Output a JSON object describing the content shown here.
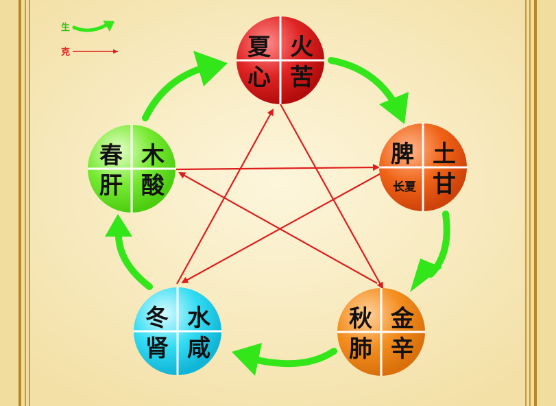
{
  "legend": {
    "sheng_label": "生",
    "ke_label": "克"
  },
  "colors": {
    "background": "#f7e8b6",
    "frame_border": "#b8862a",
    "sheng_arrow": "#33e61a",
    "ke_arrow": "#dd1c1c",
    "fire": "#d81c1c",
    "earth": "#ee5a14",
    "metal": "#f0871a",
    "water": "#2bd8f0",
    "wood": "#6ee82a"
  },
  "elements": {
    "fire": {
      "tl": "夏",
      "tr": "火",
      "bl": "心",
      "br": "苦"
    },
    "earth": {
      "tl": "脾",
      "tr": "土",
      "bl": "长夏",
      "br": "甘"
    },
    "metal": {
      "tl": "秋",
      "tr": "金",
      "bl": "肺",
      "br": "辛"
    },
    "water": {
      "tl": "冬",
      "tr": "水",
      "bl": "肾",
      "br": "咸"
    },
    "wood": {
      "tl": "春",
      "tr": "木",
      "bl": "肝",
      "br": "酸"
    }
  }
}
